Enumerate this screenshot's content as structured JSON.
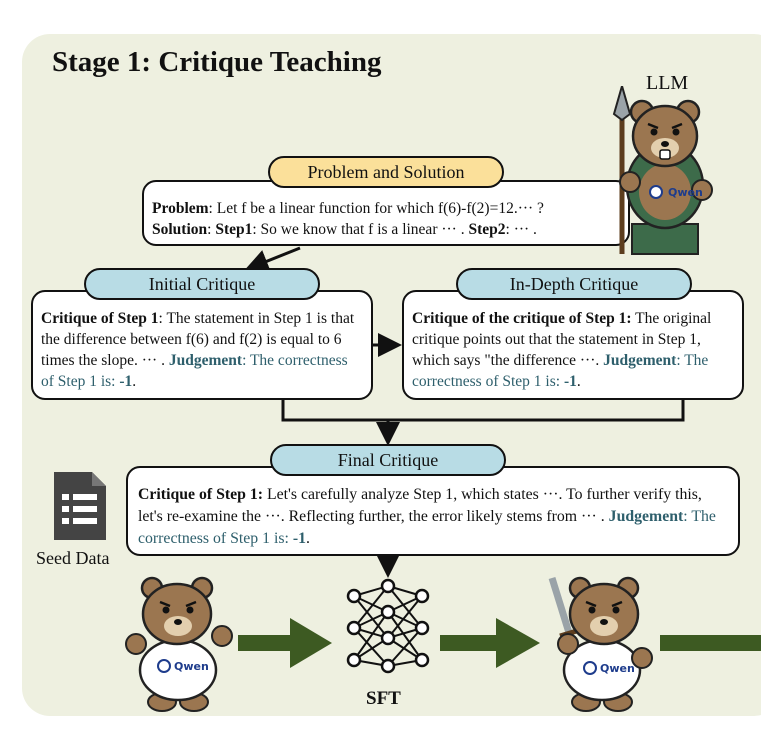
{
  "stage_title": "Stage 1: Critique Teaching",
  "llm_label": "LLM",
  "problem_solution": {
    "label": "Problem and Solution",
    "problem_key": "Problem",
    "problem_text": ": Let f be a linear function for which f(6)-f(2)=12.··· ?",
    "solution_key": "Solution",
    "step1_key": "Step1",
    "solution_text": ": So we know that f is a linear ··· .",
    "step2_key": "Step2",
    "step2_text": ": ··· ."
  },
  "initial_critique": {
    "label": "Initial Critique",
    "heading": "Critique of Step 1",
    "text": ": The statement in Step 1 is that the difference between f(6) and f(2) is equal to 6 times the slope. ··· . ",
    "judgement_key": "Judgement",
    "judgement_text": ": The correctness of Step 1 is: ",
    "judgement_value": "-1",
    "end": "."
  },
  "in_depth_critique": {
    "label": "In-Depth Critique",
    "heading": "Critique of the critique of Step 1:",
    "text": " The original critique points out that the statement in Step 1, which says \"the difference ···. ",
    "judgement_key": "Judgement",
    "judgement_text": ": The correctness of Step 1 is: ",
    "judgement_value": "-1",
    "end": "."
  },
  "final_critique": {
    "label": "Final Critique",
    "heading": "Critique of Step 1:",
    "text": " Let's carefully analyze Step 1, which states ···. To further verify this, let's re-examine the ···. Reflecting further, the error likely stems from ··· . ",
    "judgement_key": "Judgement",
    "judgement_text": ": The correctness of Step 1 is: ",
    "judgement_value": "-1",
    "end": "."
  },
  "seed_data_label": "Seed Data",
  "sft_label": "SFT",
  "shirt_text": "Qwen",
  "colors": {
    "panel": "#eef0e0",
    "pill_yellow": "#fbe09a",
    "pill_blue": "#b8dce5",
    "judgement": "#2e5f6c",
    "arrow_green": "#3d5a22",
    "bear_fur": "#9b7650",
    "doc_icon": "#444444"
  },
  "icons": [
    "document-icon",
    "neural-network-icon",
    "bear-mascot-llm",
    "bear-mascot-start",
    "bear-mascot-sword"
  ]
}
